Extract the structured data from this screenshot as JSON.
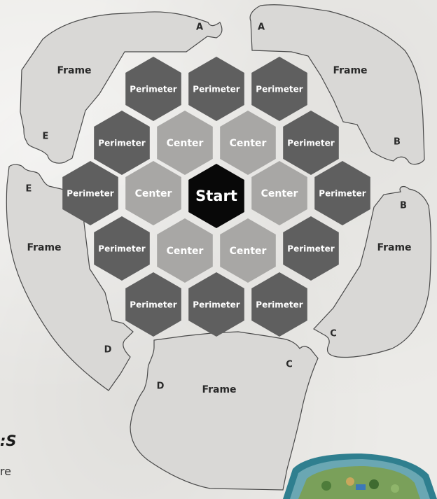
{
  "diagram": {
    "hex_labels": {
      "start": "Start",
      "center": "Center",
      "perimeter": "Perimeter"
    },
    "frame_label": "Frame",
    "connector_labels": {
      "a": "A",
      "b": "B",
      "c": "C",
      "d": "D",
      "e": "E"
    },
    "colors": {
      "perimeter": "#5f5f5f",
      "center": "#a8a7a5",
      "start": "#080808",
      "frame": "#d9d8d6"
    }
  },
  "page_text": {
    "heading_fragment": "S:",
    "body_fragment": "re"
  }
}
